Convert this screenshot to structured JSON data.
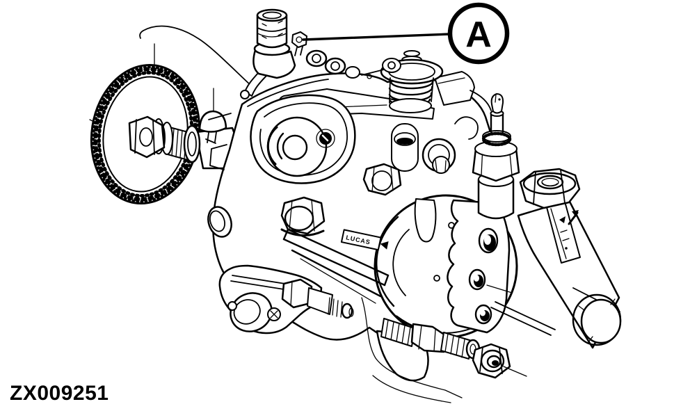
{
  "figure": {
    "callout_label": "A",
    "figure_code": "ZX009251",
    "brand_plate_label": "LUCAS"
  },
  "colors": {
    "line": "#000000",
    "background": "#ffffff"
  },
  "illustration": {
    "subject": "fuel-injection-pump-exploded-view"
  }
}
